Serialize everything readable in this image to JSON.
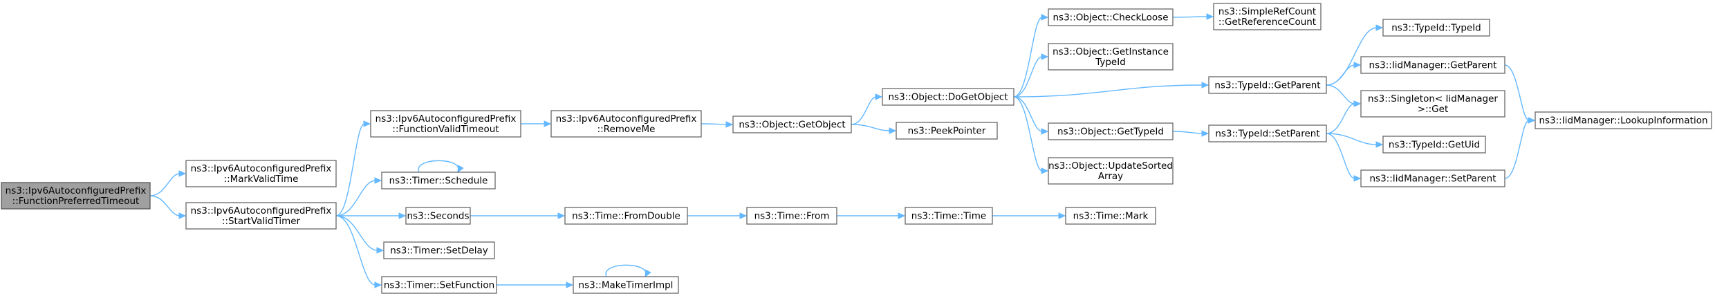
{
  "graph": {
    "edge_color": "#63b8ff",
    "root_fill": "#a0a0a0",
    "nodes": [
      {
        "id": "root",
        "lines": [
          "ns3::Ipv6AutoconfiguredPrefix",
          "::FunctionPreferredTimeout"
        ],
        "root": true
      },
      {
        "id": "markValid",
        "lines": [
          "ns3::Ipv6AutoconfiguredPrefix",
          "::MarkValidTime"
        ]
      },
      {
        "id": "startValid",
        "lines": [
          "ns3::Ipv6AutoconfiguredPrefix",
          "::StartValidTimer"
        ]
      },
      {
        "id": "funcValid",
        "lines": [
          "ns3::Ipv6AutoconfiguredPrefix",
          "::FunctionValidTimeout"
        ]
      },
      {
        "id": "schedule",
        "lines": [
          "ns3::Timer::Schedule"
        ]
      },
      {
        "id": "seconds",
        "lines": [
          "ns3::Seconds"
        ]
      },
      {
        "id": "setDelay",
        "lines": [
          "ns3::Timer::SetDelay"
        ]
      },
      {
        "id": "setFunction",
        "lines": [
          "ns3::Timer::SetFunction"
        ]
      },
      {
        "id": "removeMe",
        "lines": [
          "ns3::Ipv6AutoconfiguredPrefix",
          "::RemoveMe"
        ]
      },
      {
        "id": "fromDouble",
        "lines": [
          "ns3::Time::FromDouble"
        ]
      },
      {
        "id": "makeTimer",
        "lines": [
          "ns3::MakeTimerImpl"
        ]
      },
      {
        "id": "getObject",
        "lines": [
          "ns3::Object::GetObject"
        ]
      },
      {
        "id": "timeFrom",
        "lines": [
          "ns3::Time::From"
        ]
      },
      {
        "id": "doGetObject",
        "lines": [
          "ns3::Object::DoGetObject"
        ]
      },
      {
        "id": "peekPointer",
        "lines": [
          "ns3::PeekPointer"
        ]
      },
      {
        "id": "timeTime",
        "lines": [
          "ns3::Time::Time"
        ]
      },
      {
        "id": "checkLoose",
        "lines": [
          "ns3::Object::CheckLoose"
        ]
      },
      {
        "id": "getInstance",
        "lines": [
          "ns3::Object::GetInstance",
          "TypeId"
        ]
      },
      {
        "id": "objGetTypeId",
        "lines": [
          "ns3::Object::GetTypeId"
        ]
      },
      {
        "id": "updateSorted",
        "lines": [
          "ns3::Object::UpdateSorted",
          "Array"
        ]
      },
      {
        "id": "timeMark",
        "lines": [
          "ns3::Time::Mark"
        ]
      },
      {
        "id": "refCount",
        "lines": [
          "ns3::SimpleRefCount",
          "::GetReferenceCount"
        ]
      },
      {
        "id": "tidGetParent",
        "lines": [
          "ns3::TypeId::GetParent"
        ]
      },
      {
        "id": "tidSetParent",
        "lines": [
          "ns3::TypeId::SetParent"
        ]
      },
      {
        "id": "tidTypeId",
        "lines": [
          "ns3::TypeId::TypeId"
        ]
      },
      {
        "id": "iidGetParent",
        "lines": [
          "ns3::IidManager::GetParent"
        ]
      },
      {
        "id": "singletonGet",
        "lines": [
          "ns3::Singleton< IidManager",
          " >::Get"
        ]
      },
      {
        "id": "tidGetUid",
        "lines": [
          "ns3::TypeId::GetUid"
        ]
      },
      {
        "id": "iidSetParent",
        "lines": [
          "ns3::IidManager::SetParent"
        ]
      },
      {
        "id": "lookupInfo",
        "lines": [
          "ns3::IidManager::LookupInformation"
        ]
      }
    ],
    "edges": [
      [
        "root",
        "markValid"
      ],
      [
        "root",
        "startValid"
      ],
      [
        "startValid",
        "funcValid"
      ],
      [
        "startValid",
        "schedule"
      ],
      [
        "startValid",
        "seconds"
      ],
      [
        "startValid",
        "setDelay"
      ],
      [
        "startValid",
        "setFunction"
      ],
      [
        "funcValid",
        "removeMe"
      ],
      [
        "removeMe",
        "getObject"
      ],
      [
        "getObject",
        "doGetObject"
      ],
      [
        "getObject",
        "peekPointer"
      ],
      [
        "doGetObject",
        "checkLoose"
      ],
      [
        "doGetObject",
        "getInstance"
      ],
      [
        "doGetObject",
        "tidGetParent"
      ],
      [
        "doGetObject",
        "objGetTypeId"
      ],
      [
        "doGetObject",
        "updateSorted"
      ],
      [
        "checkLoose",
        "refCount"
      ],
      [
        "objGetTypeId",
        "tidSetParent"
      ],
      [
        "tidGetParent",
        "tidTypeId"
      ],
      [
        "tidGetParent",
        "iidGetParent"
      ],
      [
        "tidGetParent",
        "singletonGet"
      ],
      [
        "tidSetParent",
        "singletonGet"
      ],
      [
        "tidSetParent",
        "tidGetUid"
      ],
      [
        "tidSetParent",
        "iidSetParent"
      ],
      [
        "iidGetParent",
        "lookupInfo"
      ],
      [
        "iidSetParent",
        "lookupInfo"
      ],
      [
        "seconds",
        "fromDouble"
      ],
      [
        "fromDouble",
        "timeFrom"
      ],
      [
        "timeFrom",
        "timeTime"
      ],
      [
        "timeTime",
        "timeMark"
      ],
      [
        "setFunction",
        "makeTimer"
      ],
      [
        "schedule",
        "schedule"
      ],
      [
        "makeTimer",
        "makeTimer"
      ]
    ]
  }
}
